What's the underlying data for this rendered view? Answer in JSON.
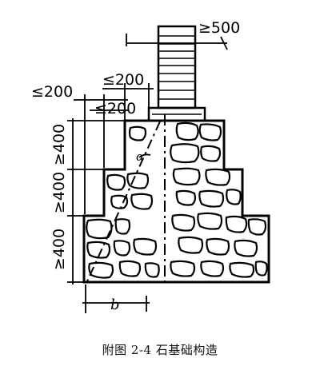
{
  "dimensions": {
    "wall_min": "≥500",
    "step_top": "≤200",
    "step_left": "≤200",
    "step_inner": "≤200",
    "height_1": "≥400",
    "height_2": "≥400",
    "height_3": "≥400",
    "base_width": "b",
    "angle": "α"
  },
  "caption": "附图 2-4  石基础构造"
}
